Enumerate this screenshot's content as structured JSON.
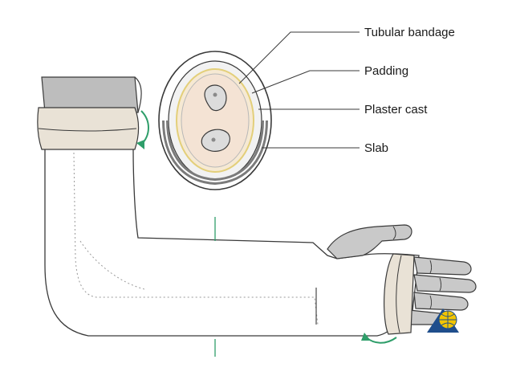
{
  "diagram": {
    "labels": {
      "tubular_bandage": "Tubular bandage",
      "padding": "Padding",
      "plaster_cast": "Plaster cast",
      "slab": "Slab"
    },
    "colors": {
      "outline": "#3a3a3a",
      "cast_fill": "#ffffff",
      "tubular_bandage": "#e9e2d6",
      "padding": "#f6e9d3",
      "padding_edge": "#e3cf7a",
      "slab": "#7b7b7b",
      "skin_section": "#f4e3d4",
      "bone": "#dcdcdc",
      "upper_arm_sleeve": "#b9b9b9",
      "hand": "#c9c9c9",
      "rotation_arrow": "#2f9e6a",
      "logo_blue": "#1f4e8c",
      "logo_yellow": "#f2c500"
    }
  }
}
